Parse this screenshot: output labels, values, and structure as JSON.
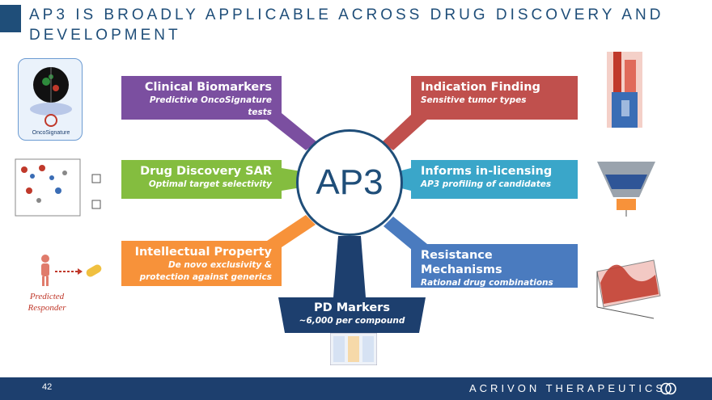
{
  "title": "AP3 IS BROADLY APPLICABLE ACROSS DRUG DISCOVERY AND DEVELOPMENT",
  "center": {
    "label": "AP3"
  },
  "banners": {
    "clinical": {
      "heading": "Clinical Biomarkers",
      "sub": "Predictive OncoSignature tests",
      "color": "#7b4fa0"
    },
    "drug": {
      "heading": "Drug Discovery SAR",
      "sub": "Optimal target selectivity",
      "color": "#84bd3f"
    },
    "ip": {
      "heading": "Intellectual Property",
      "sub": "De novo exclusivity & protection against generics",
      "color": "#f7923a"
    },
    "indication": {
      "heading": "Indication Finding",
      "sub": "Sensitive tumor types",
      "color": "#c0504d"
    },
    "inlicensing": {
      "heading": "Informs in-licensing",
      "sub": "AP3 profiling of candidates",
      "color": "#3aa6c9"
    },
    "resistance": {
      "heading": "Resistance Mechanisms",
      "sub": "Rational drug combinations",
      "color": "#4a7bbf"
    },
    "pd": {
      "heading": "PD Markers",
      "sub": "~6,000 per compound",
      "color": "#1d3f6e"
    }
  },
  "onco_logo_text": "OncoSignature",
  "predicted_responder": "Predicted Responder",
  "footer": {
    "page": "42",
    "company": "ACRIVON THERAPEUTICS"
  }
}
